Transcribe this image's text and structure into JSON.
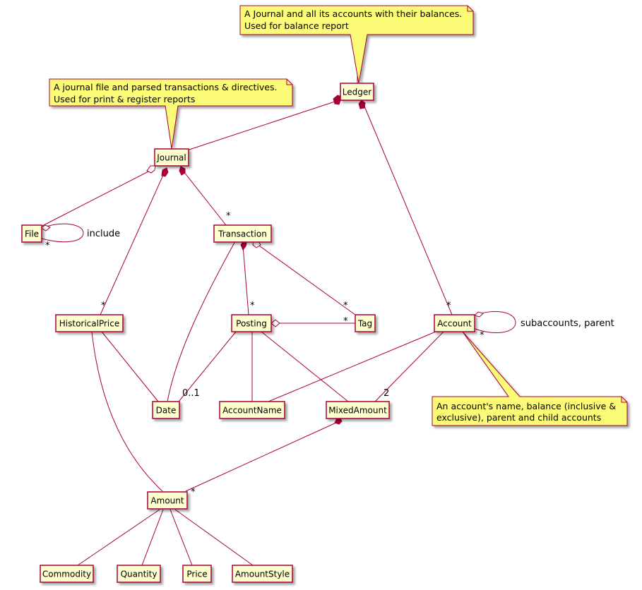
{
  "colors": {
    "box_fill": "#FEFECE",
    "box_stroke": "#A80036",
    "line": "#A80036",
    "note_fill": "#FBFB77",
    "note_stroke": "#A80036",
    "text": "#000000"
  },
  "notes": {
    "ledger": [
      "A Journal and all its accounts with their balances.",
      "Used for balance report"
    ],
    "journal": [
      "A journal file and parsed transactions & directives.",
      "Used for print & register reports"
    ],
    "account": [
      "An account's name, balance (inclusive &",
      "exclusive), parent and child accounts"
    ]
  },
  "classes": {
    "ledger": "Ledger",
    "journal": "Journal",
    "file": "File",
    "transaction": "Transaction",
    "historical_price": "HistoricalPrice",
    "posting": "Posting",
    "tag": "Tag",
    "account": "Account",
    "date": "Date",
    "account_name": "AccountName",
    "mixed_amount": "MixedAmount",
    "amount": "Amount",
    "commodity": "Commodity",
    "quantity": "Quantity",
    "price": "Price",
    "amount_style": "AmountStyle"
  },
  "labels": {
    "file_self": "include",
    "file_mult": "*",
    "journal_transaction_mult": "*",
    "journal_historicalprice_mult": "*",
    "transaction_posting_mult": "*",
    "transaction_tag_mult": "*",
    "posting_tag_mult": "*",
    "ledger_account_mult": "*",
    "account_self": "subaccounts, parent",
    "account_self_mult": "*",
    "posting_date_mult": "0..1",
    "account_mixedamount_mult": "2",
    "mixedamount_amount_mult": "*"
  }
}
